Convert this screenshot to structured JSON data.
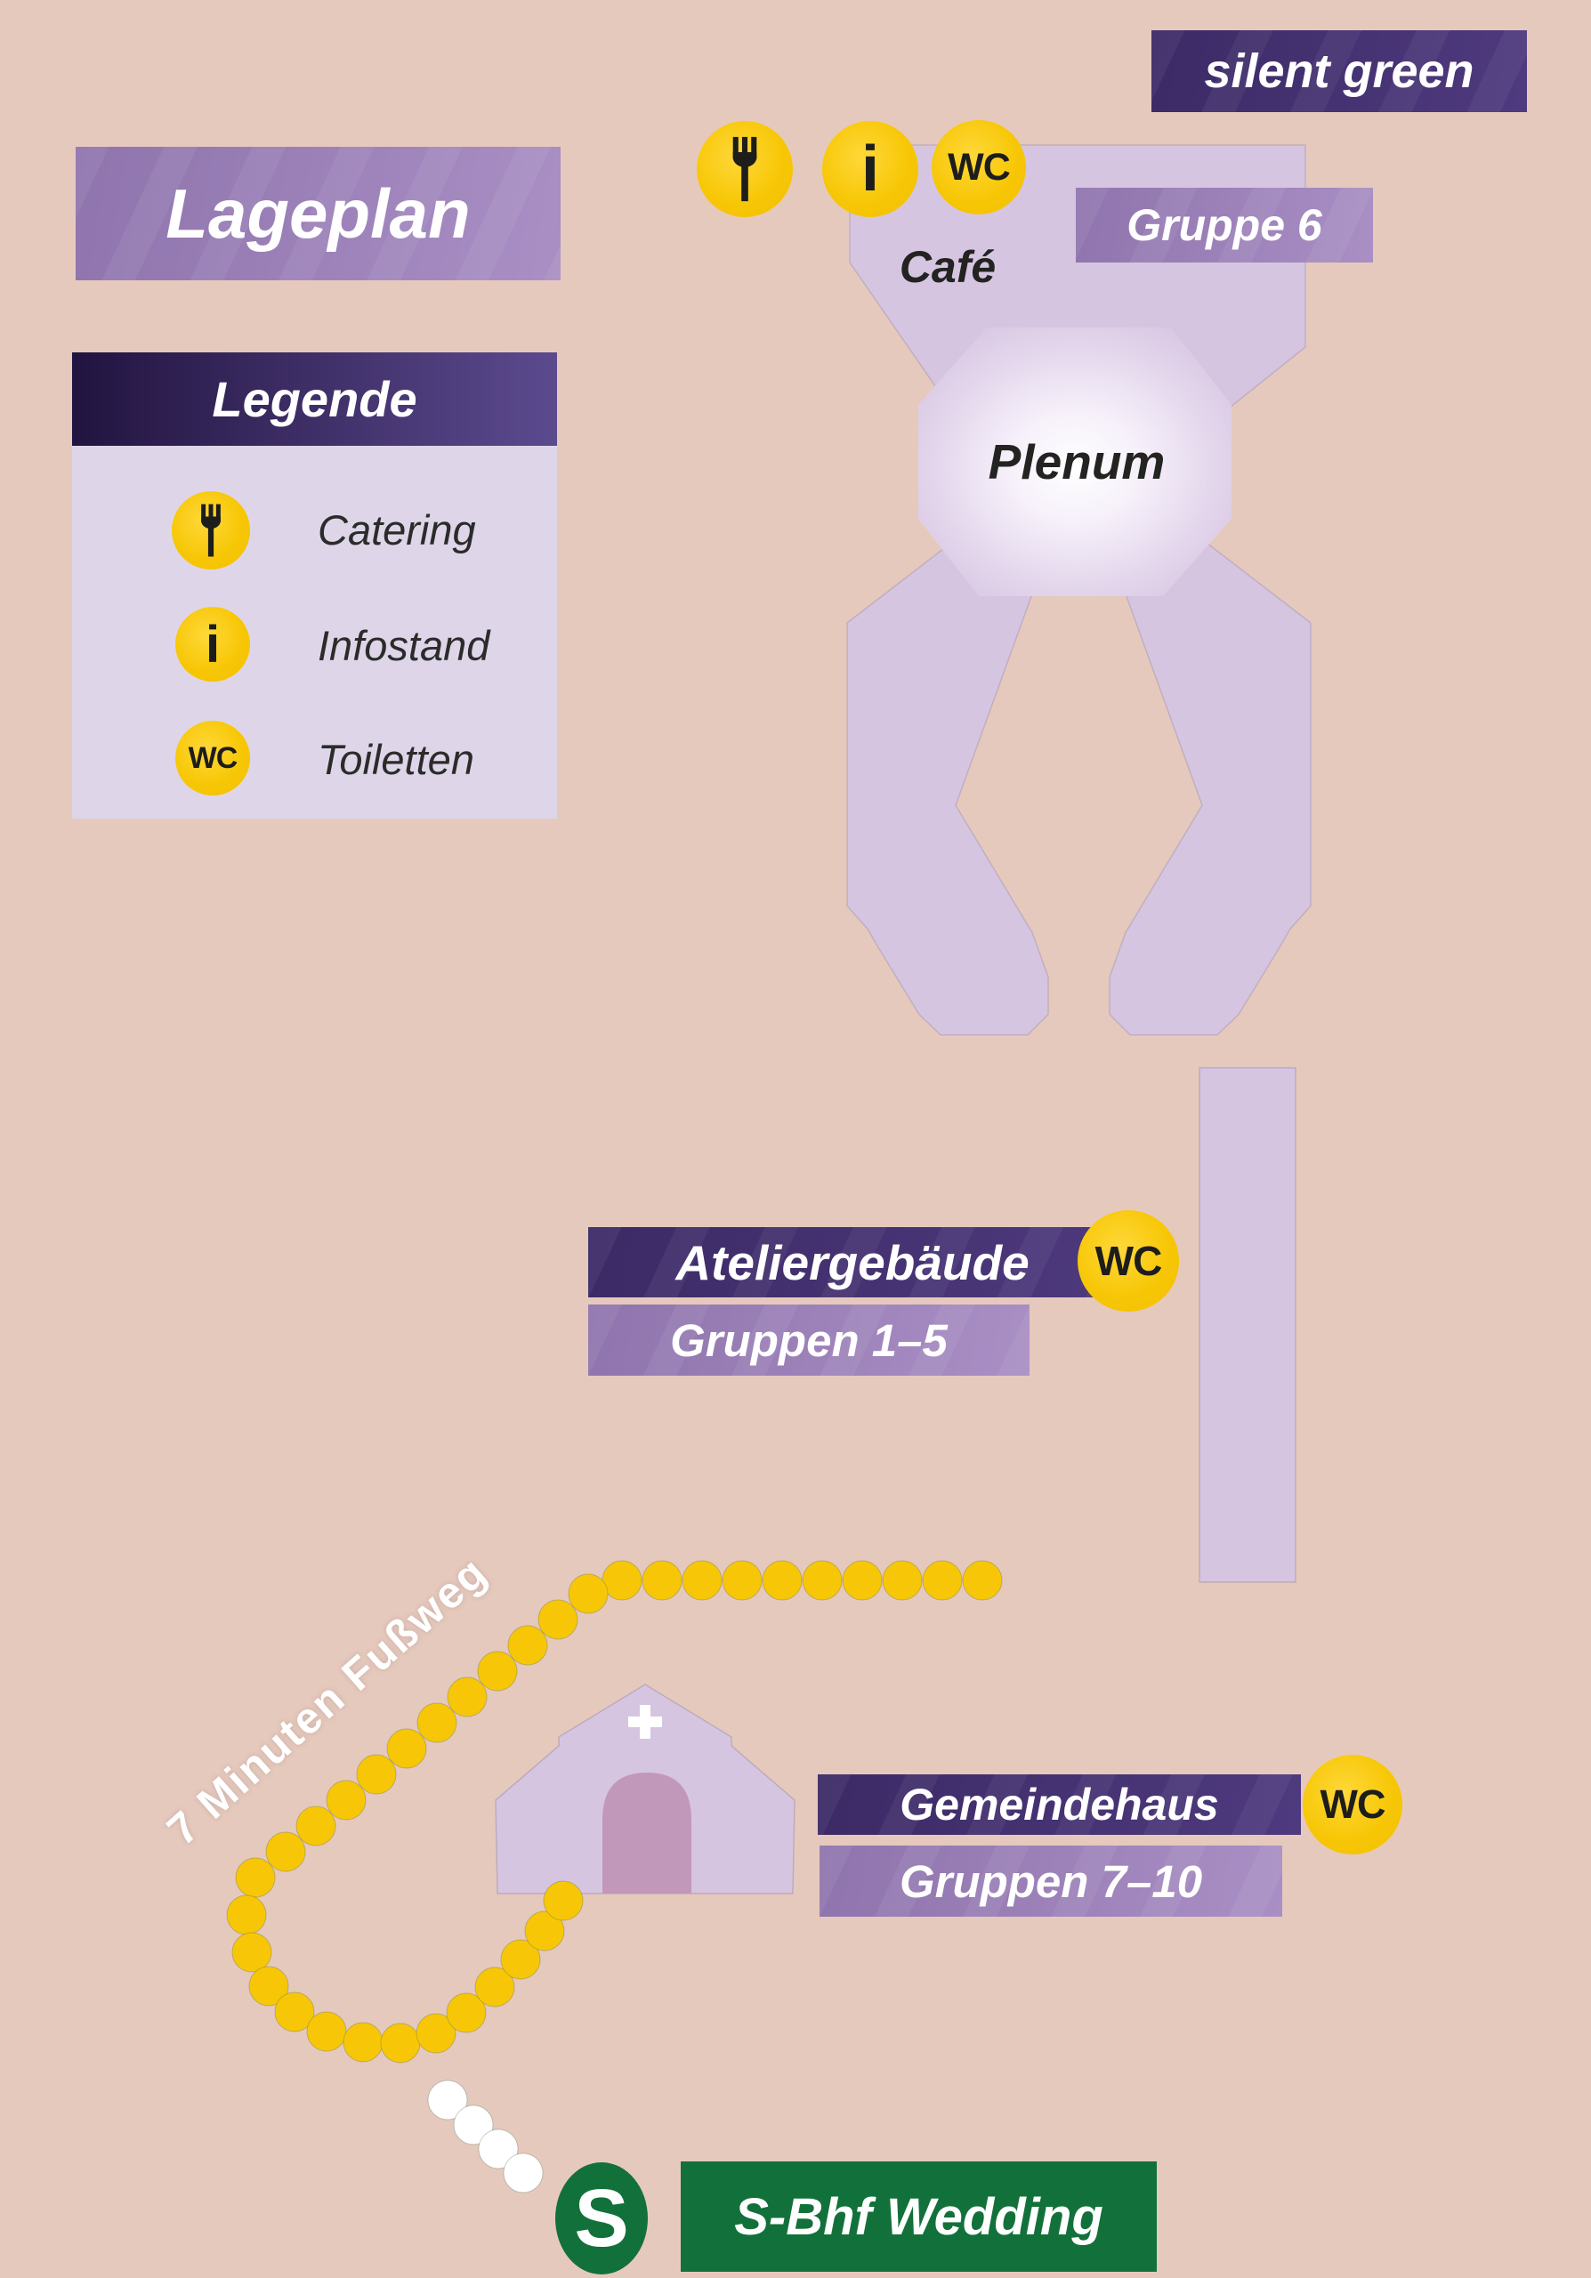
{
  "title": "Lageplan",
  "venue_badge": "silent green",
  "legend": {
    "header": "Legende",
    "items": [
      {
        "icon": "fork-icon",
        "label": "Catering"
      },
      {
        "icon": "info-icon",
        "label": "Infostand"
      },
      {
        "icon": "wc-icon",
        "label": "Toiletten"
      }
    ]
  },
  "icons": {
    "wc": "WC",
    "info": "i"
  },
  "buildings": {
    "main": {
      "cafe_label": "Café",
      "plenum_label": "Plenum",
      "group_label": "Gruppe 6"
    },
    "atelier": {
      "name": "Ateliergebäude",
      "groups": "Gruppen 1–5"
    },
    "gemeindehaus": {
      "name": "Gemeindehaus",
      "groups": "Gruppen 7–10"
    }
  },
  "footpath": {
    "label": "7 Minuten Fußweg",
    "dot_radius": 22,
    "yellow_dots": [
      [
        699,
        1776
      ],
      [
        744,
        1776
      ],
      [
        789,
        1776
      ],
      [
        834,
        1776
      ],
      [
        879,
        1776
      ],
      [
        924,
        1776
      ],
      [
        969,
        1776
      ],
      [
        1014,
        1776
      ],
      [
        1059,
        1776
      ],
      [
        1104,
        1776
      ],
      [
        661,
        1791
      ],
      [
        627,
        1820
      ],
      [
        593,
        1849
      ],
      [
        559,
        1878
      ],
      [
        525,
        1907
      ],
      [
        491,
        1936
      ],
      [
        457,
        1965
      ],
      [
        423,
        1994
      ],
      [
        389,
        2023
      ],
      [
        355,
        2052
      ],
      [
        321,
        2081
      ],
      [
        287,
        2110
      ],
      [
        277,
        2152
      ],
      [
        283,
        2194
      ],
      [
        302,
        2232
      ],
      [
        331,
        2261
      ],
      [
        367,
        2283
      ],
      [
        408,
        2295
      ],
      [
        450,
        2296
      ],
      [
        490,
        2285
      ],
      [
        524,
        2262
      ],
      [
        556,
        2233
      ],
      [
        585,
        2202
      ],
      [
        612,
        2170
      ],
      [
        633,
        2136
      ]
    ],
    "white_dots": [
      [
        503,
        2360
      ],
      [
        532,
        2388
      ],
      [
        560,
        2415
      ],
      [
        588,
        2442
      ]
    ]
  },
  "station": {
    "logo_letter": "S",
    "label": "S-Bhf Wedding"
  },
  "colors": {
    "background": "#e6c9bd",
    "building": "#d6c5e1",
    "building_door": "#c298ba",
    "dark_purple": "#43306e",
    "medium_purple": "#9c80b9",
    "legend_body": "#ded6e8",
    "accent_yellow": "#f7c707",
    "station_green": "#12713a",
    "path_dot_yellow": "#f7c707",
    "path_dot_white": "#ffffff",
    "text_dark": "#262624",
    "text_white": "#ffffff"
  }
}
